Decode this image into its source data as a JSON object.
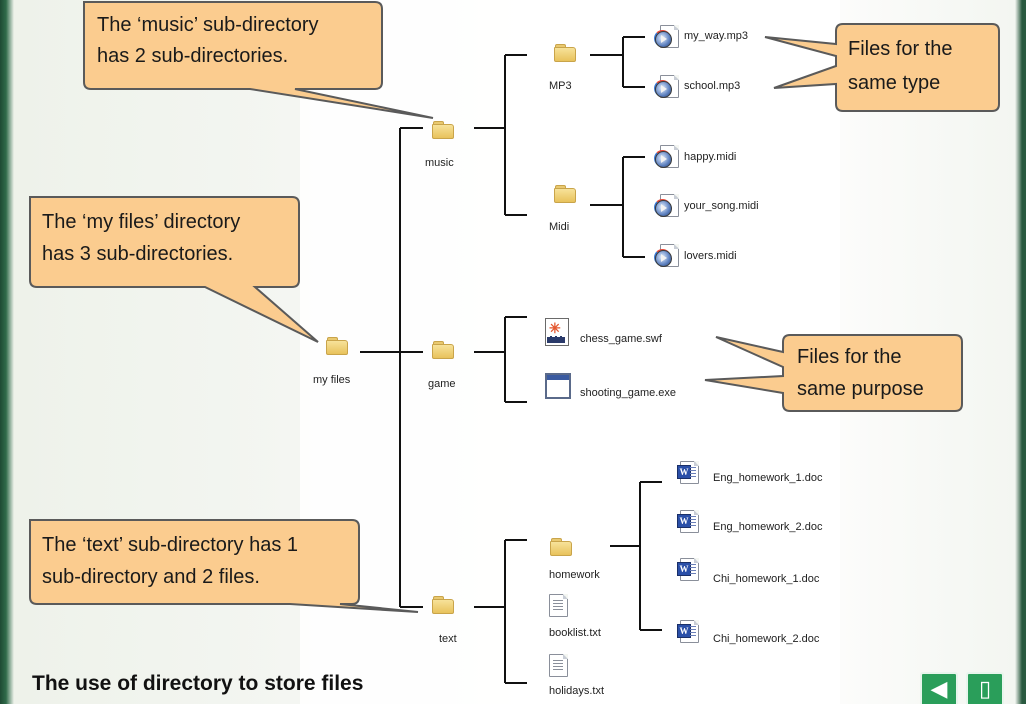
{
  "tree": {
    "root": "my files",
    "directories": {
      "music": "music",
      "mp3": "MP3",
      "midi": "Midi",
      "game": "game",
      "text": "text",
      "homework": "homework"
    },
    "files": {
      "my_way": "my_way.mp3",
      "school": "school.mp3",
      "happy": "happy.midi",
      "your_song": "your_song.midi",
      "lovers": "lovers.midi",
      "chess": "chess_game.swf",
      "shooting": "shooting_game.exe",
      "booklist": "booklist.txt",
      "holidays": "holidays.txt",
      "eng1": "Eng_homework_1.doc",
      "eng2": "Eng_homework_2.doc",
      "chi1": "Chi_homework_1.doc",
      "chi2": "Chi_homework_2.doc"
    }
  },
  "callouts": {
    "music_line1": "The ‘music’ sub-directory",
    "music_line2": "has 2 sub-directories.",
    "myfiles_line1": "The ‘my files’ directory",
    "myfiles_line2": "has 3 sub-directories.",
    "text_line1": "The ‘text’ sub-directory has 1",
    "text_line2": "sub-directory and 2 files.",
    "type_line1": "Files for the",
    "type_line2": "same type",
    "purpose_line1": "Files for the",
    "purpose_line2": "same purpose"
  },
  "footer": {
    "title": "The use of directory to store files"
  },
  "nav": {
    "back_icon": "back-arrow-icon",
    "exit_icon": "exit-door-icon"
  },
  "colors": {
    "callout_fill": "#fbcc8f",
    "callout_border": "#5a5a5a",
    "nav_button": "#2a9e5a",
    "frame": "#24523a"
  }
}
